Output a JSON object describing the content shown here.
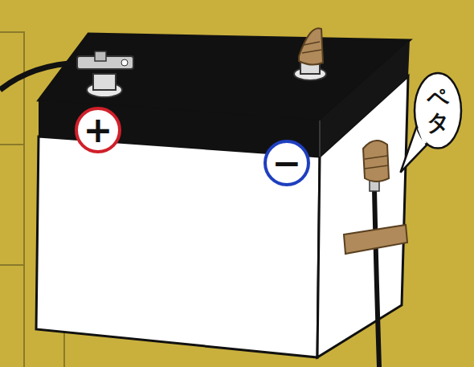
{
  "diagram": {
    "nodes": [
      {
        "text": [
          "+"
        ]
      },
      {
        "text": [
          "−"
        ]
      },
      {
        "text": [
          "ペタ"
        ]
      }
    ]
  }
}
